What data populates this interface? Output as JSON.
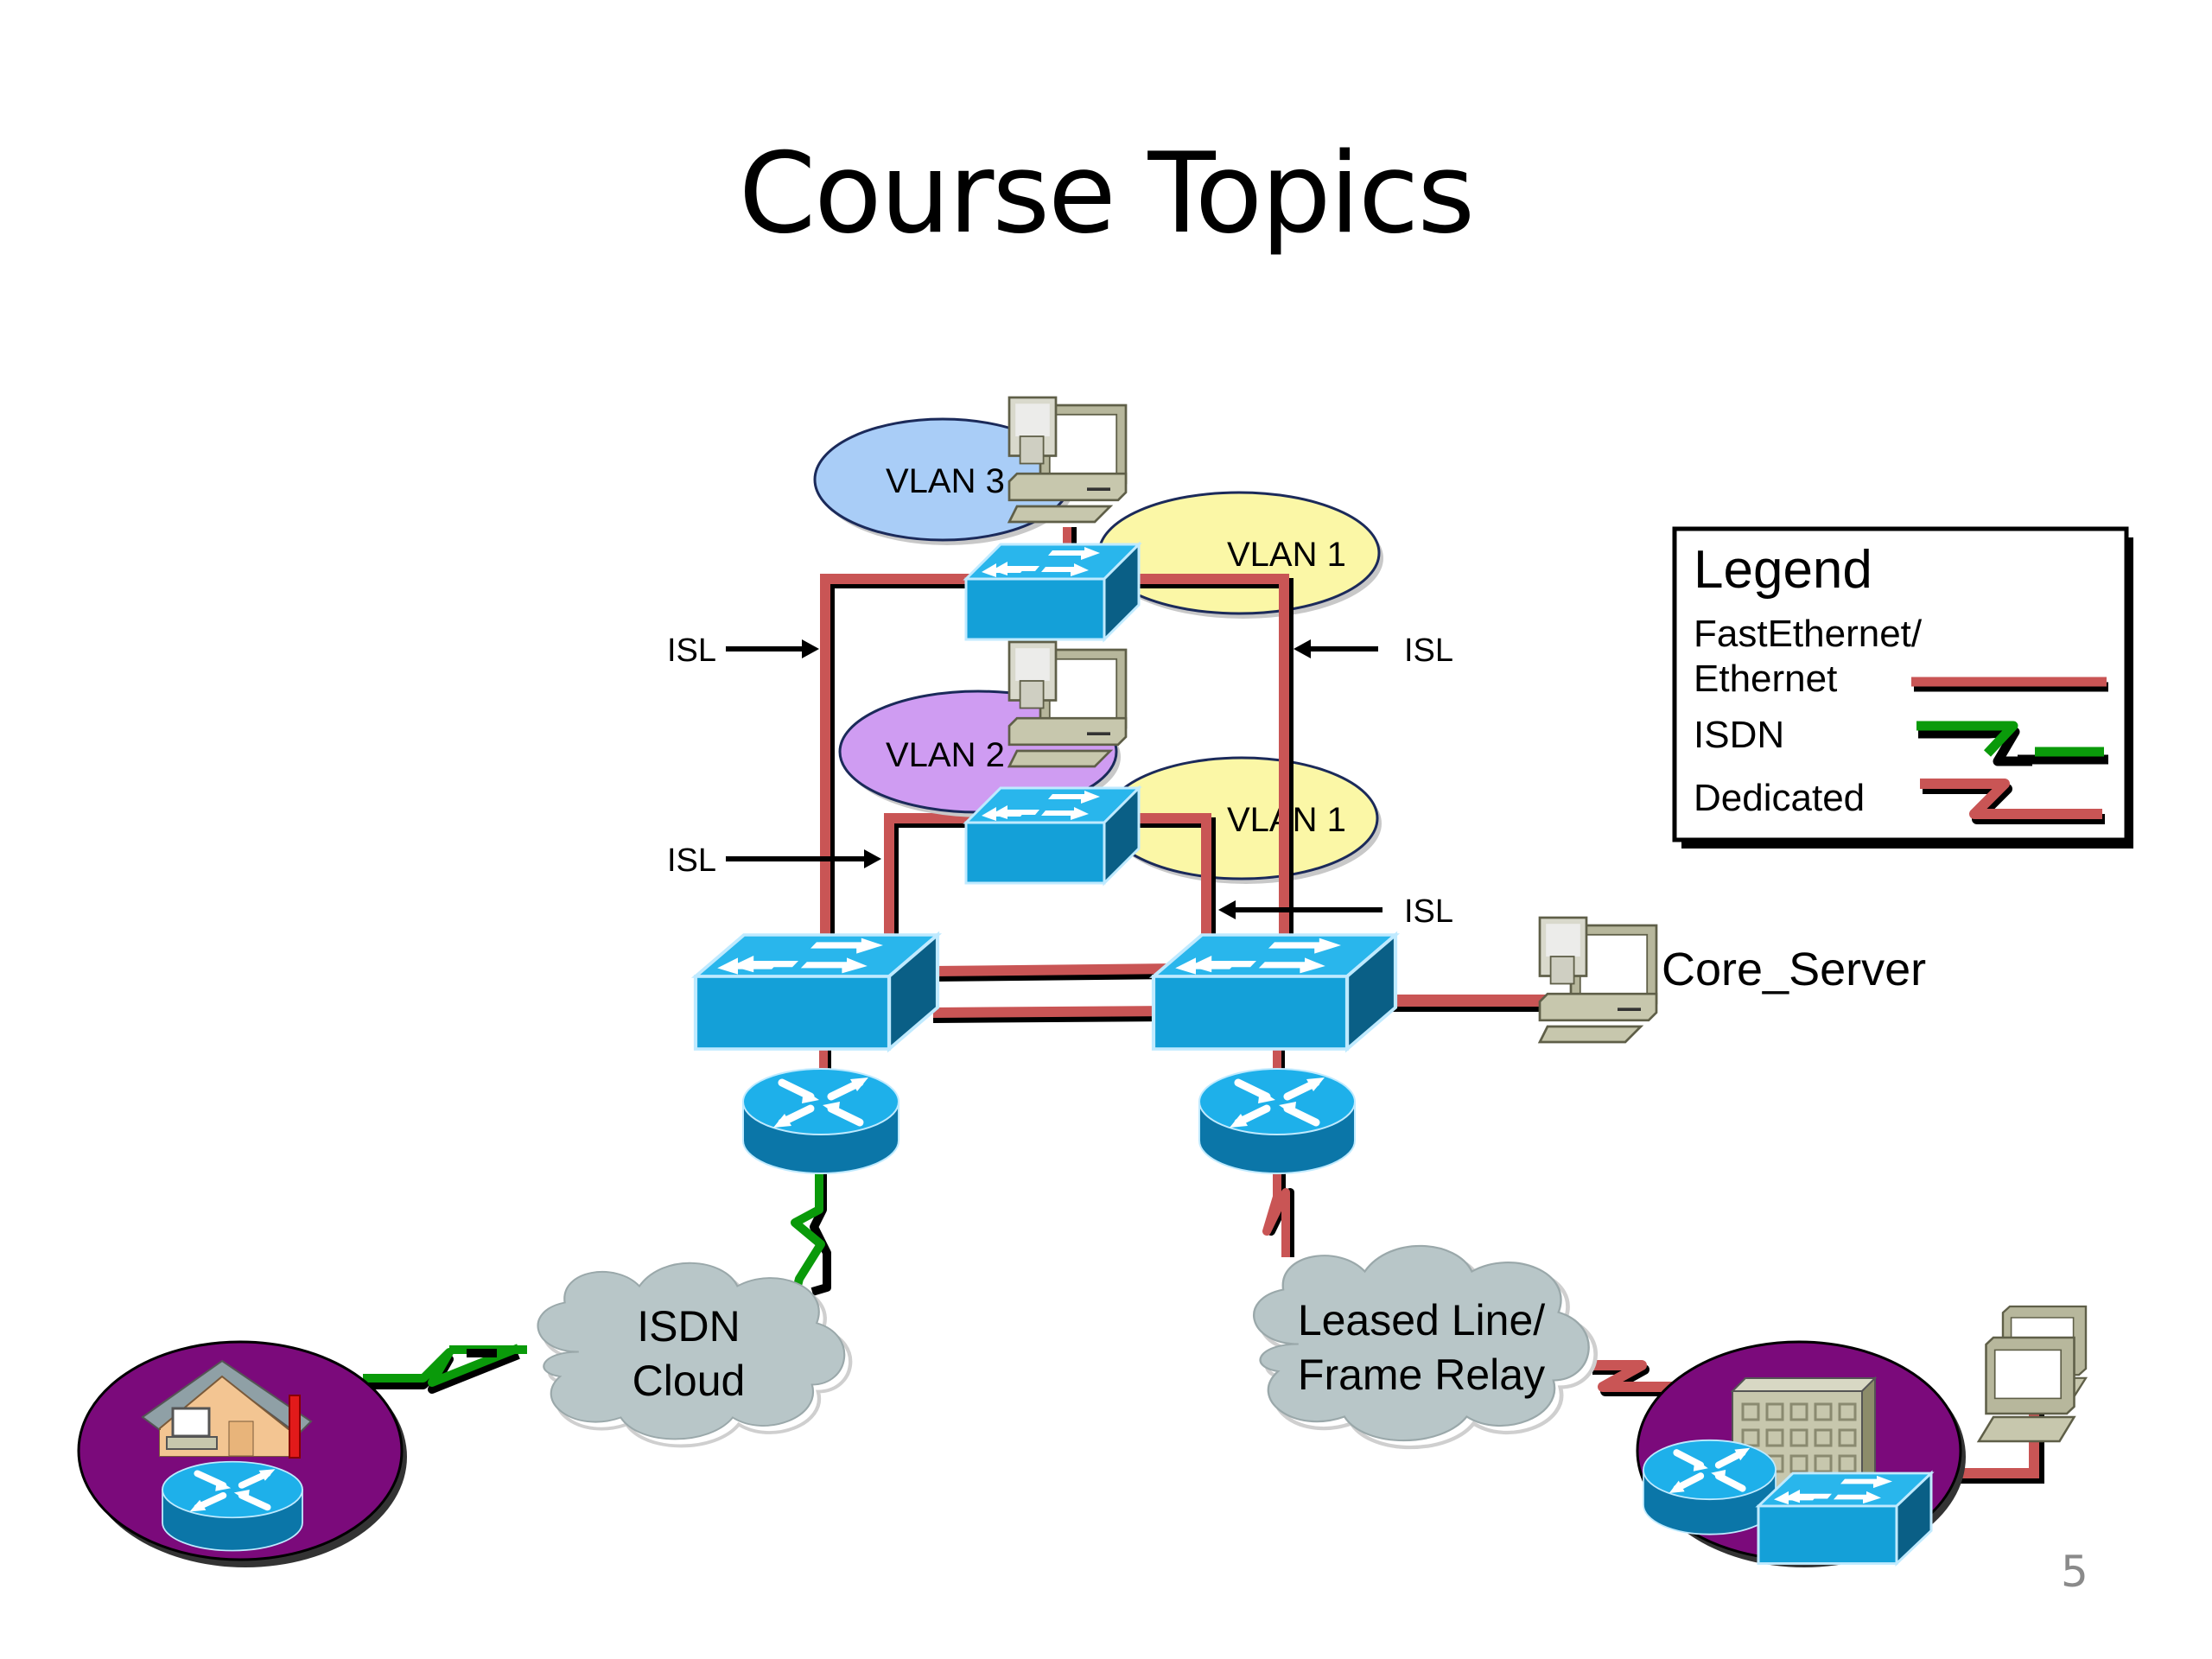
{
  "slide": {
    "title": "Course Topics",
    "page_number": "5"
  },
  "diagram": {
    "vlans": [
      {
        "label": "VLAN 3",
        "color": "#a9cdf7"
      },
      {
        "label": "VLAN 1",
        "color": "#fbf7a6"
      },
      {
        "label": "VLAN 2",
        "color": "#cf9cf2"
      },
      {
        "label": "VLAN 1",
        "color": "#fbf7a6"
      }
    ],
    "isl_labels": [
      "ISL",
      "ISL",
      "ISL",
      "ISL"
    ],
    "core_server_label": "Core_Server",
    "isdn_cloud": {
      "line1": "ISDN",
      "line2": "Cloud"
    },
    "leased_cloud": {
      "line1": "Leased Line/",
      "line2": "Frame Relay"
    },
    "colors": {
      "ethernet": "#c95555",
      "isdn": "#0a9a0a",
      "switch": "#14a8e0",
      "site_circle": "#7b0a7b",
      "cloud": "#b8c6c8"
    }
  },
  "legend": {
    "title": "Legend",
    "items": [
      {
        "line1": "FastEthernet/",
        "line2": "Ethernet",
        "type": "ethernet"
      },
      {
        "line1": "ISDN",
        "type": "isdn"
      },
      {
        "line1": "Dedicated",
        "type": "dedicated"
      }
    ]
  }
}
